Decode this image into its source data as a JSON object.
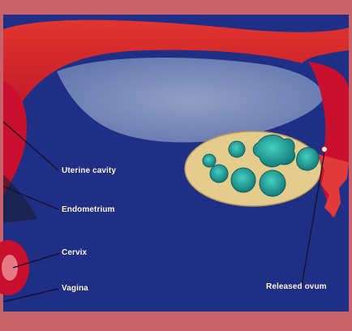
{
  "diagram": {
    "colors": {
      "background": "#1f2f86",
      "frame": "#c7616a",
      "tissue": "#c8102e",
      "uterine_cavity": "#8e9fc4",
      "ovary": "#e3cc8d",
      "follicle": "#2fb3a8",
      "label_text": "#ffffff"
    },
    "labels": {
      "uterine_cavity": "Uterine cavity",
      "endometrium": "Endometrium",
      "cervix": "Cervix",
      "vagina": "Vagina",
      "released_ovum": "Released ovum"
    }
  }
}
